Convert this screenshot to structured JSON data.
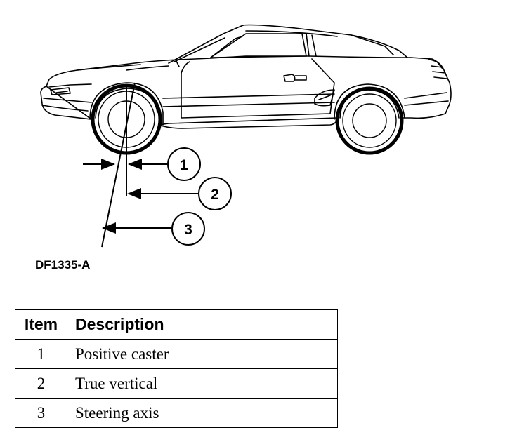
{
  "diagram": {
    "figure_id": "DF1335-A",
    "callouts": [
      "1",
      "2",
      "3"
    ]
  },
  "table": {
    "headers": {
      "item": "Item",
      "description": "Description"
    },
    "rows": [
      {
        "item": "1",
        "description": "Positive caster"
      },
      {
        "item": "2",
        "description": "True vertical"
      },
      {
        "item": "3",
        "description": "Steering axis"
      }
    ]
  }
}
